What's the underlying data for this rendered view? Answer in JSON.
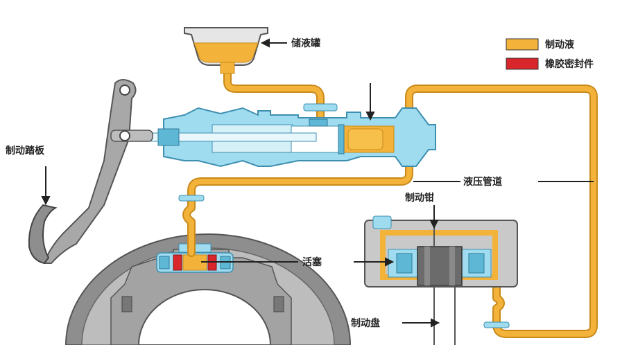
{
  "labels": {
    "reservoir": "储液罐",
    "pedal": "制动踏板",
    "hydraulic_line": "液压管道",
    "caliper": "制动钳",
    "piston": "活塞",
    "disc": "制动盘"
  },
  "legend": [
    {
      "text": "制动液",
      "color": "#f3b23a"
    },
    {
      "text": "橡胶密封件",
      "color": "#d9262b"
    }
  ],
  "colors": {
    "fluid": "#f3b23a",
    "fluid_edge": "#c98a1a",
    "seal": "#d9262b",
    "cylinder": "#9fdcf0",
    "cylinder_dark": "#5fb7d6",
    "metal": "#9a9a9a",
    "metal_light": "#d4d4d4",
    "metal_dark": "#6b6b6b"
  }
}
